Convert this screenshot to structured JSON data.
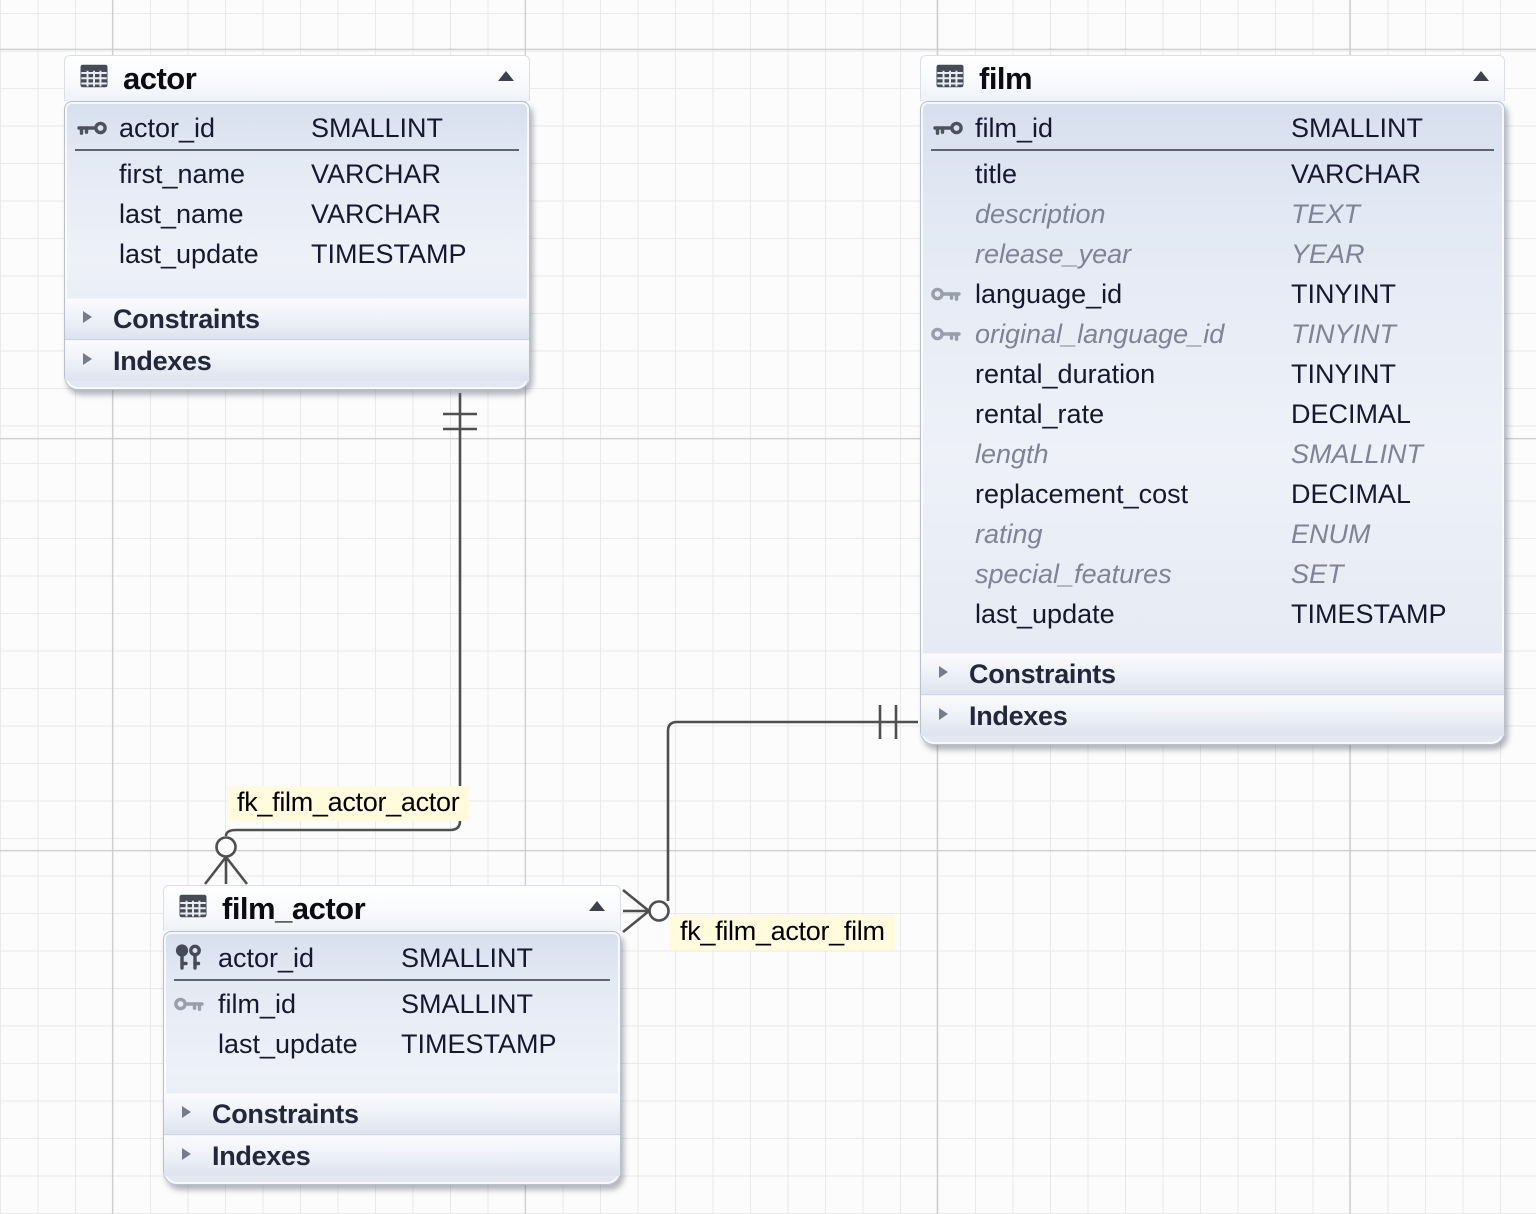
{
  "diagram": {
    "tables": [
      {
        "name": "actor",
        "columns": [
          {
            "icon": "pk-key-icon",
            "name": "actor_id",
            "type": "SMALLINT",
            "italic": false,
            "pk_separator": true
          },
          {
            "icon": null,
            "name": "first_name",
            "type": "VARCHAR",
            "italic": false,
            "pk_separator": false
          },
          {
            "icon": null,
            "name": "last_name",
            "type": "VARCHAR",
            "italic": false,
            "pk_separator": false
          },
          {
            "icon": null,
            "name": "last_update",
            "type": "TIMESTAMP",
            "italic": false,
            "pk_separator": false
          }
        ],
        "sections": [
          {
            "label": "Constraints"
          },
          {
            "label": "Indexes"
          }
        ]
      },
      {
        "name": "film",
        "columns": [
          {
            "icon": "pk-key-icon",
            "name": "film_id",
            "type": "SMALLINT",
            "italic": false,
            "pk_separator": true
          },
          {
            "icon": null,
            "name": "title",
            "type": "VARCHAR",
            "italic": false,
            "pk_separator": false
          },
          {
            "icon": null,
            "name": "description",
            "type": "TEXT",
            "italic": true,
            "pk_separator": false
          },
          {
            "icon": null,
            "name": "release_year",
            "type": "YEAR",
            "italic": true,
            "pk_separator": false
          },
          {
            "icon": "fk-key-icon",
            "name": "language_id",
            "type": "TINYINT",
            "italic": false,
            "pk_separator": false
          },
          {
            "icon": "fk-key-icon",
            "name": "original_language_id",
            "type": "TINYINT",
            "italic": true,
            "pk_separator": false
          },
          {
            "icon": null,
            "name": "rental_duration",
            "type": "TINYINT",
            "italic": false,
            "pk_separator": false
          },
          {
            "icon": null,
            "name": "rental_rate",
            "type": "DECIMAL",
            "italic": false,
            "pk_separator": false
          },
          {
            "icon": null,
            "name": "length",
            "type": "SMALLINT",
            "italic": true,
            "pk_separator": false
          },
          {
            "icon": null,
            "name": "replacement_cost",
            "type": "DECIMAL",
            "italic": false,
            "pk_separator": false
          },
          {
            "icon": null,
            "name": "rating",
            "type": "ENUM",
            "italic": true,
            "pk_separator": false
          },
          {
            "icon": null,
            "name": "special_features",
            "type": "SET",
            "italic": true,
            "pk_separator": false
          },
          {
            "icon": null,
            "name": "last_update",
            "type": "TIMESTAMP",
            "italic": false,
            "pk_separator": false
          }
        ],
        "sections": [
          {
            "label": "Constraints"
          },
          {
            "label": "Indexes"
          }
        ]
      },
      {
        "name": "film_actor",
        "columns": [
          {
            "icon": "pk-fk-key-icon",
            "name": "actor_id",
            "type": "SMALLINT",
            "italic": false,
            "pk_separator": true
          },
          {
            "icon": "fk-key-icon",
            "name": "film_id",
            "type": "SMALLINT",
            "italic": false,
            "pk_separator": false
          },
          {
            "icon": null,
            "name": "last_update",
            "type": "TIMESTAMP",
            "italic": false,
            "pk_separator": false
          }
        ],
        "sections": [
          {
            "label": "Constraints"
          },
          {
            "label": "Indexes"
          }
        ]
      }
    ],
    "relationships": [
      {
        "label": "fk_film_actor_actor",
        "from_table": "actor",
        "to_table": "film_actor",
        "from_cardinality": "one-mandatory",
        "to_cardinality": "many-optional"
      },
      {
        "label": "fk_film_actor_film",
        "from_table": "film",
        "to_table": "film_actor",
        "from_cardinality": "one-mandatory",
        "to_cardinality": "many-optional"
      }
    ]
  },
  "colors": {
    "table_body": "#e0e6f2",
    "table_header": "#ffffff",
    "primary_key_icon": "#4d525d",
    "foreign_key_icon": "#989eab",
    "relationship_line": "#4f4f4f",
    "relationship_label_bg": "#fffbdc",
    "nullable_text": "#7e8495",
    "column_text": "#16182e"
  }
}
